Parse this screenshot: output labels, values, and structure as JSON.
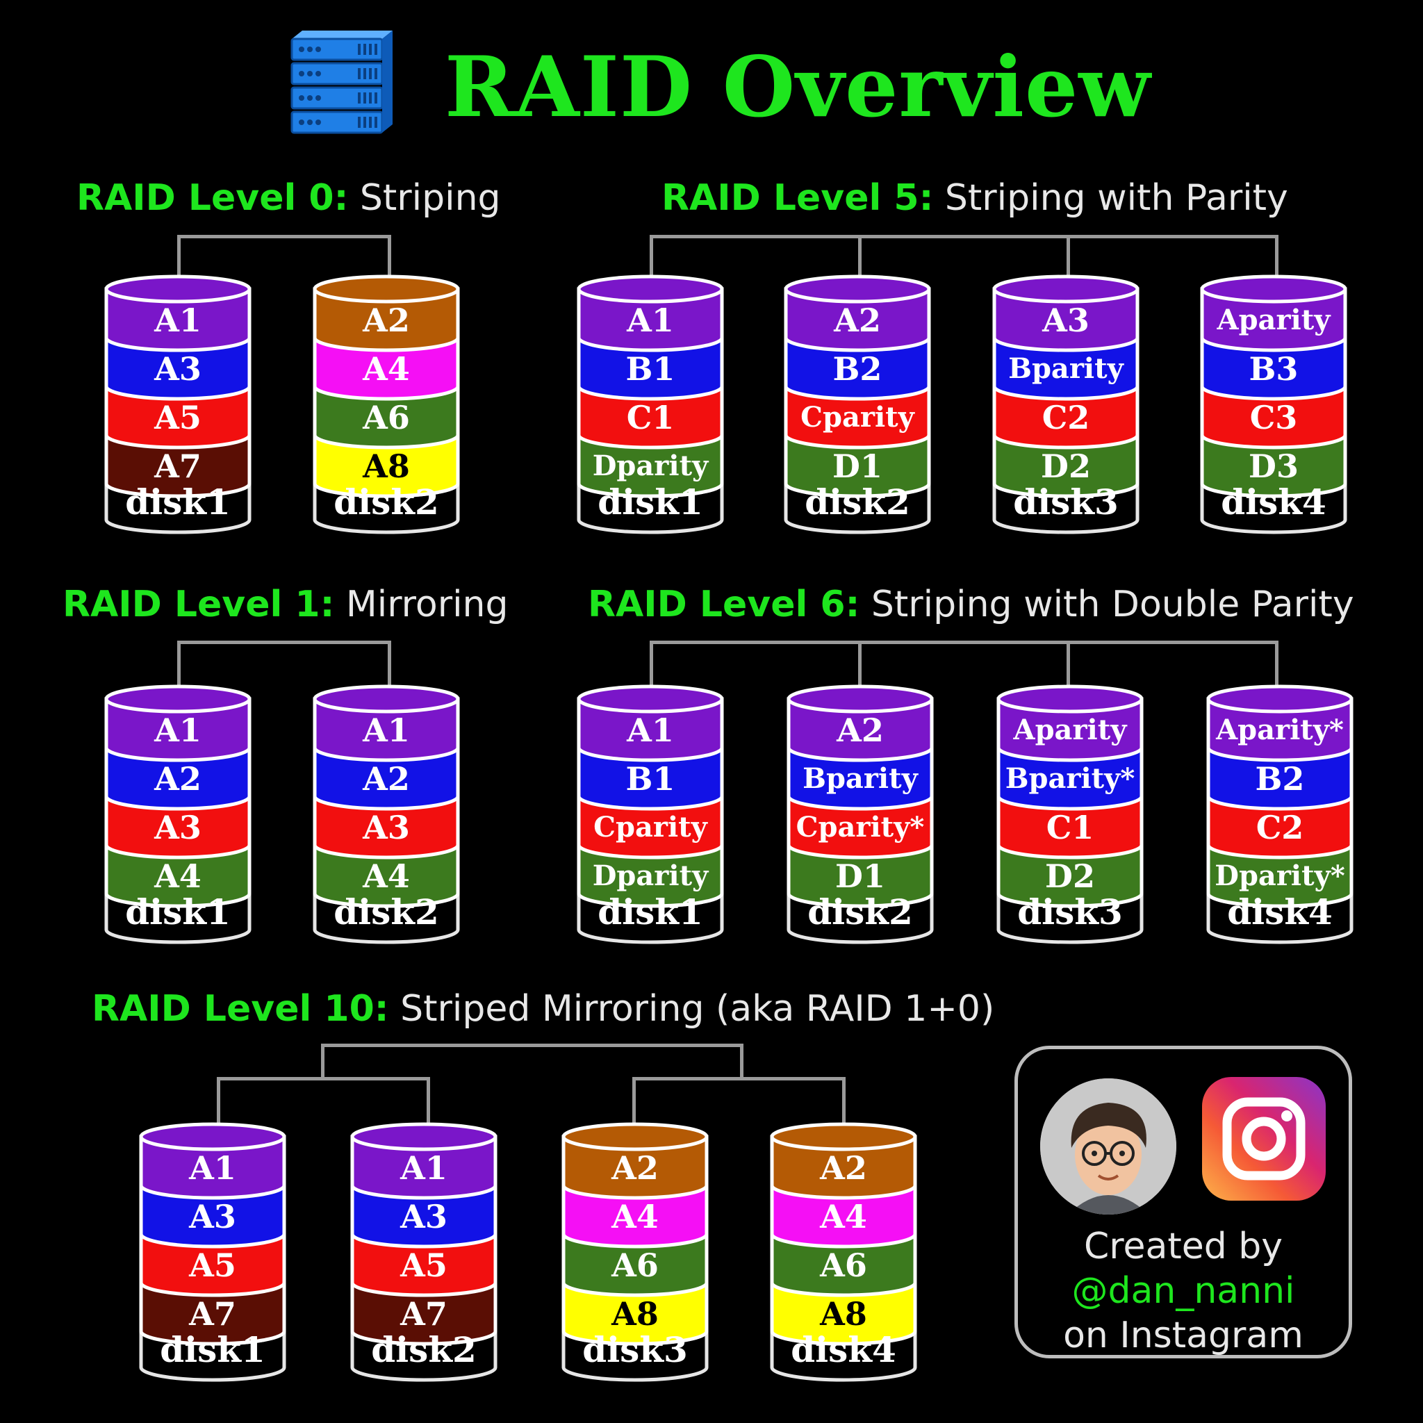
{
  "title": "RAID Overview",
  "icons": {
    "server": "server-icon",
    "instagram": "instagram-icon",
    "avatar": "avatar"
  },
  "colors": {
    "title_green": "#1ee61e",
    "purple": "#7a16c9",
    "blue": "#1212e6",
    "red": "#f20f0f",
    "green": "#3c7a1e",
    "maroon": "#5a0e04",
    "orange": "#b45a05",
    "magenta": "#f50ff5",
    "yellow": "#ffff00"
  },
  "sections": [
    {
      "id": "raid0",
      "level": "RAID Level 0:",
      "desc": "Striping",
      "disks": [
        {
          "name": "disk1",
          "blocks": [
            {
              "label": "A1",
              "color": "purple"
            },
            {
              "label": "A3",
              "color": "blue"
            },
            {
              "label": "A5",
              "color": "red"
            },
            {
              "label": "A7",
              "color": "maroon"
            }
          ]
        },
        {
          "name": "disk2",
          "blocks": [
            {
              "label": "A2",
              "color": "orange"
            },
            {
              "label": "A4",
              "color": "magenta"
            },
            {
              "label": "A6",
              "color": "green"
            },
            {
              "label": "A8",
              "color": "yellow"
            }
          ]
        }
      ]
    },
    {
      "id": "raid5",
      "level": "RAID Level 5:",
      "desc": "Striping with Parity",
      "disks": [
        {
          "name": "disk1",
          "blocks": [
            {
              "label": "A1",
              "color": "purple"
            },
            {
              "label": "B1",
              "color": "blue"
            },
            {
              "label": "C1",
              "color": "red"
            },
            {
              "label": "Dparity",
              "color": "green"
            }
          ]
        },
        {
          "name": "disk2",
          "blocks": [
            {
              "label": "A2",
              "color": "purple"
            },
            {
              "label": "B2",
              "color": "blue"
            },
            {
              "label": "Cparity",
              "color": "red"
            },
            {
              "label": "D1",
              "color": "green"
            }
          ]
        },
        {
          "name": "disk3",
          "blocks": [
            {
              "label": "A3",
              "color": "purple"
            },
            {
              "label": "Bparity",
              "color": "blue"
            },
            {
              "label": "C2",
              "color": "red"
            },
            {
              "label": "D2",
              "color": "green"
            }
          ]
        },
        {
          "name": "disk4",
          "blocks": [
            {
              "label": "Aparity",
              "color": "purple"
            },
            {
              "label": "B3",
              "color": "blue"
            },
            {
              "label": "C3",
              "color": "red"
            },
            {
              "label": "D3",
              "color": "green"
            }
          ]
        }
      ]
    },
    {
      "id": "raid1",
      "level": "RAID Level 1:",
      "desc": "Mirroring",
      "disks": [
        {
          "name": "disk1",
          "blocks": [
            {
              "label": "A1",
              "color": "purple"
            },
            {
              "label": "A2",
              "color": "blue"
            },
            {
              "label": "A3",
              "color": "red"
            },
            {
              "label": "A4",
              "color": "green"
            }
          ]
        },
        {
          "name": "disk2",
          "blocks": [
            {
              "label": "A1",
              "color": "purple"
            },
            {
              "label": "A2",
              "color": "blue"
            },
            {
              "label": "A3",
              "color": "red"
            },
            {
              "label": "A4",
              "color": "green"
            }
          ]
        }
      ]
    },
    {
      "id": "raid6",
      "level": "RAID Level 6:",
      "desc": "Striping with Double Parity",
      "disks": [
        {
          "name": "disk1",
          "blocks": [
            {
              "label": "A1",
              "color": "purple"
            },
            {
              "label": "B1",
              "color": "blue"
            },
            {
              "label": "Cparity",
              "color": "red"
            },
            {
              "label": "Dparity",
              "color": "green"
            }
          ]
        },
        {
          "name": "disk2",
          "blocks": [
            {
              "label": "A2",
              "color": "purple"
            },
            {
              "label": "Bparity",
              "color": "blue"
            },
            {
              "label": "Cparity*",
              "color": "red"
            },
            {
              "label": "D1",
              "color": "green"
            }
          ]
        },
        {
          "name": "disk3",
          "blocks": [
            {
              "label": "Aparity",
              "color": "purple"
            },
            {
              "label": "Bparity*",
              "color": "blue"
            },
            {
              "label": "C1",
              "color": "red"
            },
            {
              "label": "D2",
              "color": "green"
            }
          ]
        },
        {
          "name": "disk4",
          "blocks": [
            {
              "label": "Aparity*",
              "color": "purple"
            },
            {
              "label": "B2",
              "color": "blue"
            },
            {
              "label": "C2",
              "color": "red"
            },
            {
              "label": "Dparity*",
              "color": "green"
            }
          ]
        }
      ]
    },
    {
      "id": "raid10",
      "level": "RAID Level 10:",
      "desc": "Striped Mirroring (aka RAID 1+0)",
      "disks": [
        {
          "name": "disk1",
          "blocks": [
            {
              "label": "A1",
              "color": "purple"
            },
            {
              "label": "A3",
              "color": "blue"
            },
            {
              "label": "A5",
              "color": "red"
            },
            {
              "label": "A7",
              "color": "maroon"
            }
          ]
        },
        {
          "name": "disk2",
          "blocks": [
            {
              "label": "A1",
              "color": "purple"
            },
            {
              "label": "A3",
              "color": "blue"
            },
            {
              "label": "A5",
              "color": "red"
            },
            {
              "label": "A7",
              "color": "maroon"
            }
          ]
        },
        {
          "name": "disk3",
          "blocks": [
            {
              "label": "A2",
              "color": "orange"
            },
            {
              "label": "A4",
              "color": "magenta"
            },
            {
              "label": "A6",
              "color": "green"
            },
            {
              "label": "A8",
              "color": "yellow"
            }
          ]
        },
        {
          "name": "disk4",
          "blocks": [
            {
              "label": "A2",
              "color": "orange"
            },
            {
              "label": "A4",
              "color": "magenta"
            },
            {
              "label": "A6",
              "color": "green"
            },
            {
              "label": "A8",
              "color": "yellow"
            }
          ]
        }
      ]
    }
  ],
  "credit": {
    "line1": "Created by",
    "handle": "@dan_nanni",
    "line3": "on Instagram",
    "handle_color": "#1ee61e"
  }
}
